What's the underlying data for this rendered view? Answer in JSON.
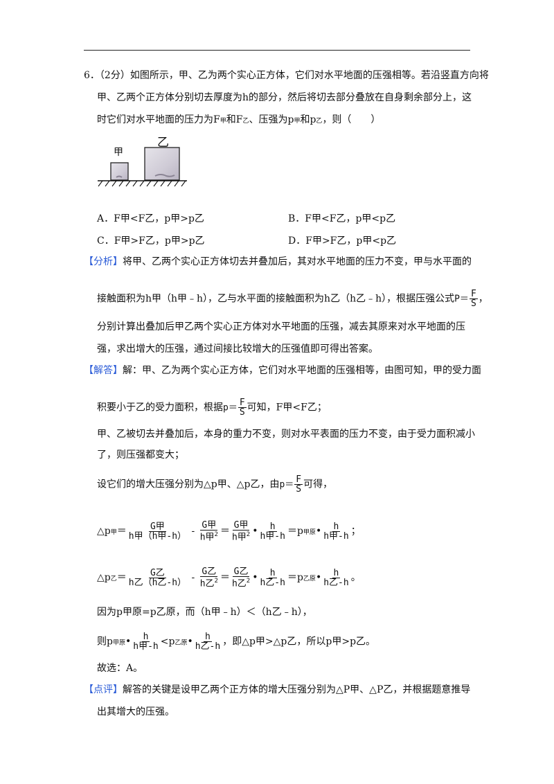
{
  "question": {
    "number": "6．",
    "score": "（2分）",
    "line1": "如图所示，甲、乙为两个实心正方体，它们对水平地面的压强相等。若沿竖直方向将",
    "line2": "甲、乙两个正方体分别切去厚度为h的部分，然后将切去部分叠放在自身剩余部分上，这",
    "line3a": "时它们对水平地面的压力为F",
    "line3b": "和F",
    "line3c": "、压强为p",
    "line3d": "和p",
    "line3e": "，则（　　）"
  },
  "figure": {
    "label_jia": "甲",
    "label_yi": "乙"
  },
  "subs": {
    "jia": "甲",
    "yi": "乙",
    "jiayuan": "甲原",
    "yiyuan": "乙原"
  },
  "options": {
    "A": {
      "letter": "A．",
      "text": "F甲<F乙，p甲>p乙"
    },
    "B": {
      "letter": "B．",
      "text": "F甲<F乙，p甲<p乙"
    },
    "C": {
      "letter": "C．",
      "text": "F甲>F乙，p甲>p乙"
    },
    "D": {
      "letter": "D．",
      "text": "F甲>F乙，p甲<p乙"
    }
  },
  "analysis": {
    "tag": "【分析】",
    "line1": "将甲、乙两个实心正方体切去并叠加后，其对水平地面的压力不变，甲与水平面的",
    "line2": "接触面积为h甲（h甲﹣h），乙与水平面的接触面积为h乙（h乙﹣h），根据压强公式",
    "line3": "分别计算出叠加后甲乙两个实心正方体对水平地面的压强，减去其原来对水平地面的压",
    "line4": "强，求出增大的压强，通过间接比较增大的压强值即可得出答案。"
  },
  "solution": {
    "tag": "【解答】",
    "line1": "解：甲、乙为两个实心正方体，它们对水平地面的压强相等，由图可知，甲的受力面",
    "line2a": "积要小于乙的受力面积，根据",
    "line2b": "可知，F甲<F乙；",
    "line3": "甲、乙被切去并叠加后，本身的重力不变，则对水平表面的压力不变，由于受力面积减小",
    "line4": "了，则压强都变大；",
    "line5a": "设它们的增大压强分别为△p甲、△p乙，由",
    "line5b": "可得，",
    "line8": "因为p甲原=p乙原，而（h甲﹣h）＜（h乙﹣h），",
    "line9b": "，即△p甲>△p乙，所以p甲>p乙。",
    "answer": "故选：A。"
  },
  "comment": {
    "tag": "【点评】",
    "line1": "解答的关键是设甲乙两个正方体的增大压强分别为△P甲、△P乙，并根据题意推导",
    "line2": "出其增大的压强。"
  },
  "formula": {
    "p": "p＝",
    "P": "P＝",
    "F": "F",
    "S": "S",
    "G_jia": "G甲",
    "G_yi": "G乙",
    "h": "h",
    "h_jia": "h甲",
    "h_yi": "h乙",
    "den_jia": "h甲（h甲-h）",
    "den_yi": "h乙（h乙-h）",
    "hjia_minus": "h甲-h",
    "hyi_minus": "h乙-h",
    "two": "2",
    "sq": "2"
  }
}
